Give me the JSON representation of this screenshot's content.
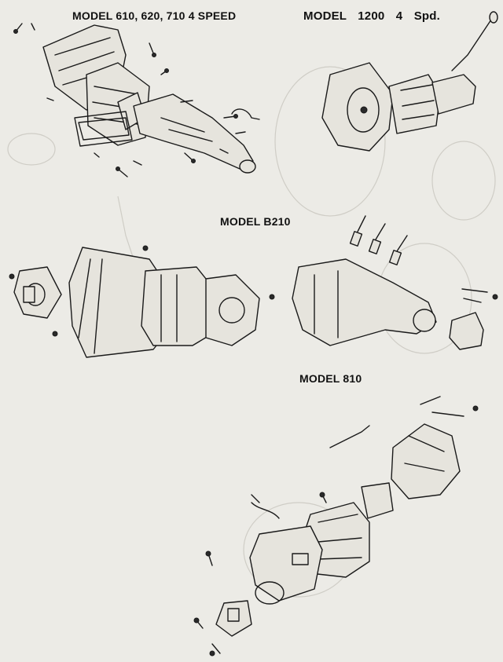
{
  "labels": {
    "model_610": "MODEL 610, 620, 710 4 SPEED",
    "model_1200": "MODEL 1200 4 Spd.",
    "model_b210": "MODEL B210",
    "model_810": "MODEL 810"
  }
}
